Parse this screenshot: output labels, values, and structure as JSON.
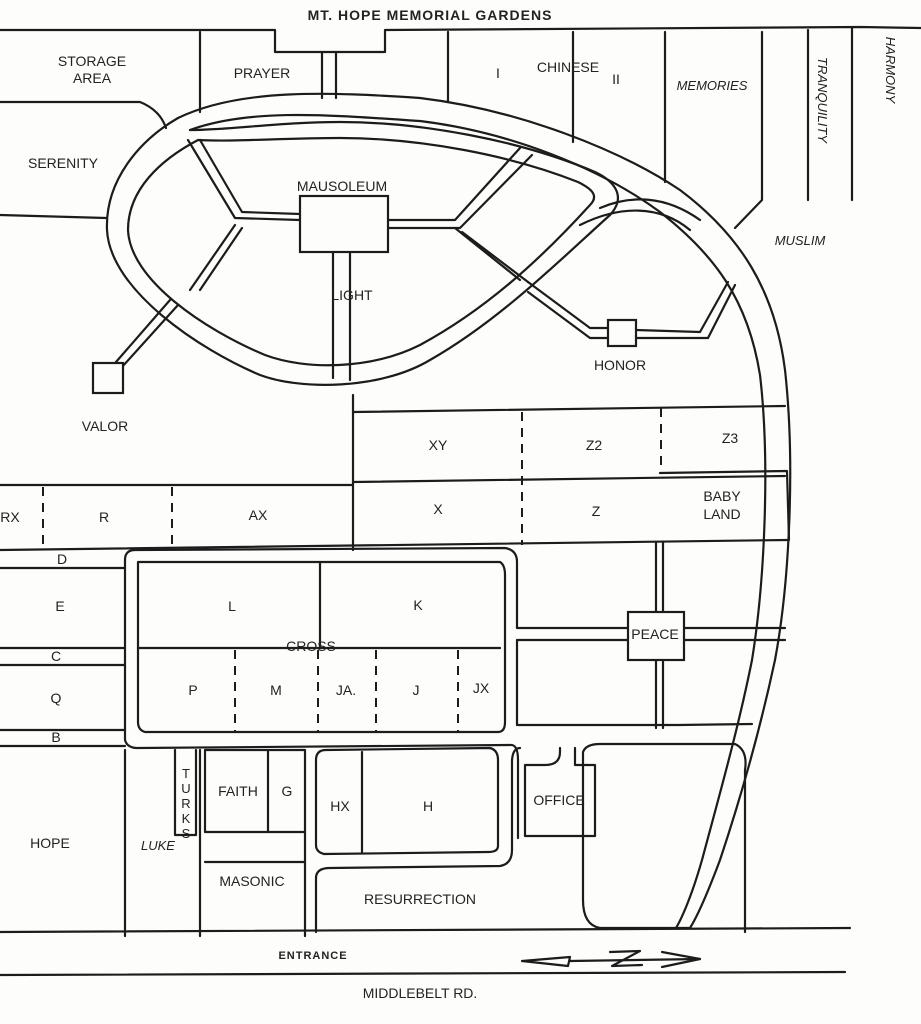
{
  "title": "MT. HOPE MEMORIAL GARDENS",
  "road": "MIDDLEBELT RD.",
  "entrance": "ENTRANCE",
  "sections": {
    "storage_area_1": "STORAGE",
    "storage_area_2": "AREA",
    "prayer": "PRAYER",
    "chinese": "CHINESE",
    "chinese_1": "I",
    "chinese_2": "II",
    "memories": "MEMORIES",
    "tranquility": "TRANQUILITY",
    "harmony": "HARMONY",
    "serenity": "SERENITY",
    "mausoleum": "MAUSOLEUM",
    "light": "LIGHT",
    "muslim": "MUSLIM",
    "honor": "HONOR",
    "valor": "VALOR",
    "xy": "XY",
    "z2": "Z2",
    "z3": "Z3",
    "rx": "RX",
    "r": "R",
    "ax": "AX",
    "x": "X",
    "z": "Z",
    "baby_land_1": "BABY",
    "baby_land_2": "LAND",
    "d": "D",
    "e": "E",
    "l": "L",
    "k": "K",
    "cross": "CROSS",
    "peace": "PEACE",
    "c": "C",
    "q": "Q",
    "p": "P",
    "m": "M",
    "ja": "JA.",
    "j": "J",
    "jx": "JX",
    "b": "B",
    "turks": "TURKS",
    "faith": "FAITH",
    "g": "G",
    "hx": "HX",
    "h": "H",
    "office": "OFFICE",
    "hope": "HOPE",
    "luke": "LUKE",
    "masonic": "MASONIC",
    "resurrection": "RESURRECTION"
  },
  "colors": {
    "ink": "#1c1c1c",
    "paper": "#fdfdfb"
  },
  "icons": {
    "north_arrow": "north-arrow-icon"
  }
}
